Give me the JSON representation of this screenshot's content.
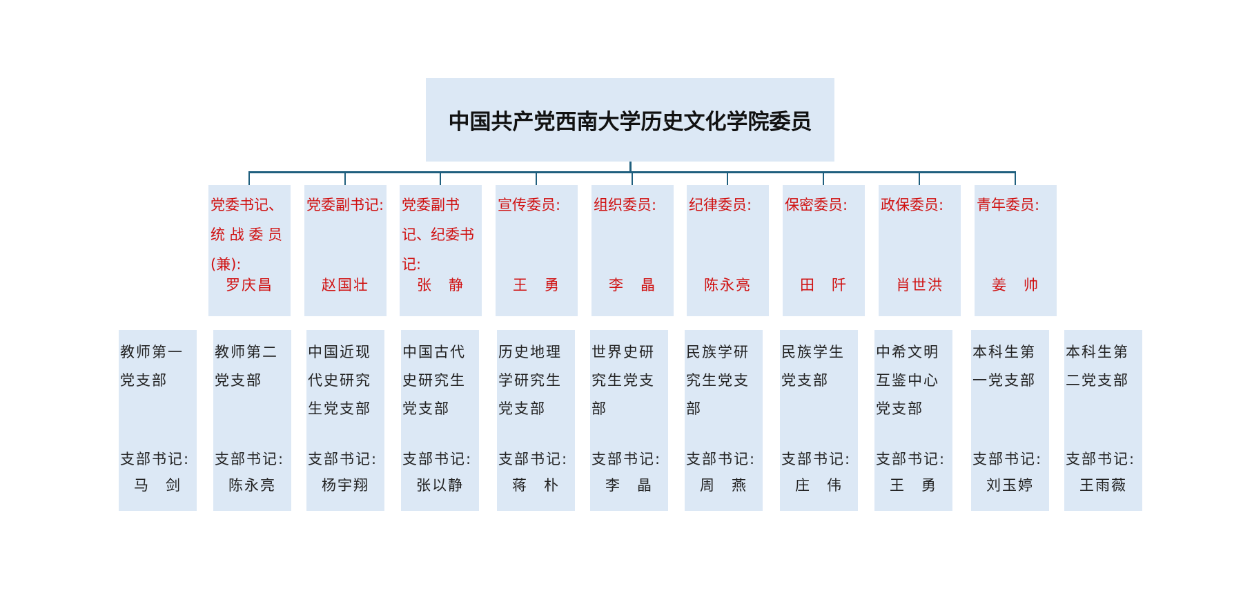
{
  "title": "中国共产党西南大学历史文化学院委员",
  "colors": {
    "box": "#dce8f5",
    "member_text": "#d01010",
    "connector": "#1f5f7e"
  },
  "members": [
    {
      "role": "党委书记、统 战 委 员 (兼):",
      "name": "罗庆昌"
    },
    {
      "role": "党委副书记:",
      "name": "赵国壮"
    },
    {
      "role": "党委副书记、纪委书记:",
      "name": "张　静"
    },
    {
      "role": "宣传委员:",
      "name": "王　勇"
    },
    {
      "role": "组织委员:",
      "name": "李　晶"
    },
    {
      "role": "纪律委员:",
      "name": "陈永亮"
    },
    {
      "role": "保密委员:",
      "name": "田　阡"
    },
    {
      "role": "政保委员:",
      "name": "肖世洪"
    },
    {
      "role": "青年委员:",
      "name": "姜　帅"
    }
  ],
  "branches": [
    {
      "name": "教师第一党支部",
      "secretary_label": "支部书记:",
      "secretary": "马　剑"
    },
    {
      "name": "教师第二党支部",
      "secretary_label": "支部书记:",
      "secretary": "陈永亮"
    },
    {
      "name": "中国近现代史研究生党支部",
      "secretary_label": "支部书记:",
      "secretary": "杨宇翔"
    },
    {
      "name": "中国古代史研究生党支部",
      "secretary_label": "支部书记:",
      "secretary": "张以静"
    },
    {
      "name": "历史地理学研究生党支部",
      "secretary_label": "支部书记:",
      "secretary": "蒋　朴"
    },
    {
      "name": "世界史研究生党支部",
      "secretary_label": "支部书记:",
      "secretary": "李　晶"
    },
    {
      "name": "民族学研究生党支部",
      "secretary_label": "支部书记:",
      "secretary": "周　燕"
    },
    {
      "name": "民族学生党支部",
      "secretary_label": "支部书记:",
      "secretary": "庄　伟"
    },
    {
      "name": "中希文明互鉴中心党支部",
      "secretary_label": "支部书记:",
      "secretary": "王　勇"
    },
    {
      "name": "本科生第一党支部",
      "secretary_label": "支部书记:",
      "secretary": "刘玉婷"
    },
    {
      "name": "本科生第二党支部",
      "secretary_label": "支部书记:",
      "secretary": "王雨薇"
    }
  ]
}
